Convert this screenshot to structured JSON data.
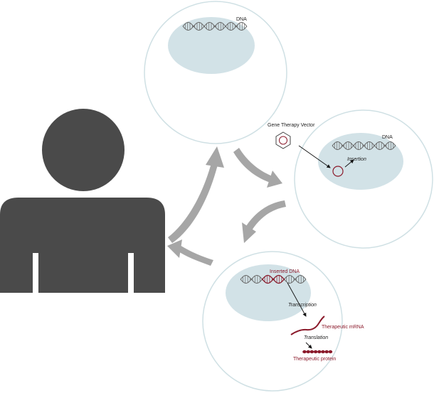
{
  "labels": {
    "dna_top": "DNA",
    "vector": "Gene Therapy Vector",
    "dna_right": "DNA",
    "insertion": "Insertion",
    "inserted_dna": "Inserted DNA",
    "transcription": "Transcription",
    "therapeutic_mrna": "Therapeutic mRNA",
    "translation": "Translation",
    "therapeutic_protein": "Therapeutic protein"
  },
  "colors": {
    "figure": "#4a4a4a",
    "arrow": "#a6a6a6",
    "cell_fill": "#ffffff",
    "cell_stroke": "#cfe0e4",
    "nucleus": "#d2e2e7",
    "dna": "#666666",
    "accent": "#8b1a2b"
  },
  "icons": {
    "person": "person-silhouette-icon",
    "vector": "hexagon-vector-icon",
    "dna": "dna-helix-icon",
    "protein": "protein-chain-icon"
  }
}
